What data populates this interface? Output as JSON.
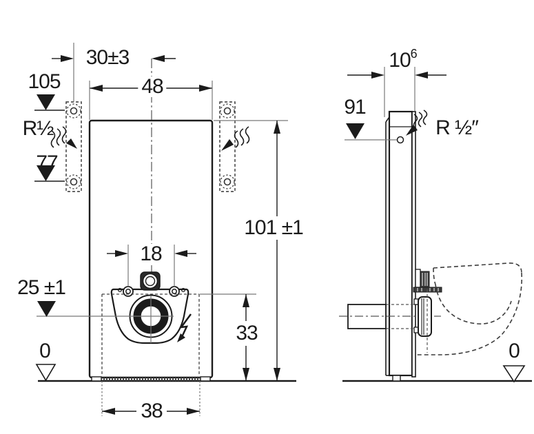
{
  "colors": {
    "ink": "#1b1b1b",
    "thin_line": "#777777",
    "dashed_line": "#444444",
    "background": "#ffffff"
  },
  "front_view": {
    "dimensions": {
      "top_offset": "30±3",
      "width": "48",
      "upper_fixing_height": "105",
      "water_supply": "R½",
      "lower_fixing_height": "77",
      "overall_height": "101 ±1",
      "bolt_spacing": "18",
      "outlet_axis_height": "25 ±1",
      "service_zone_height": "33",
      "floor_level": "0",
      "base_width": "38"
    }
  },
  "side_view": {
    "dimensions": {
      "depth": "10",
      "depth_footnote": "6",
      "supply_height": "91",
      "water_supply": "R ½″",
      "floor_level": "0"
    }
  }
}
